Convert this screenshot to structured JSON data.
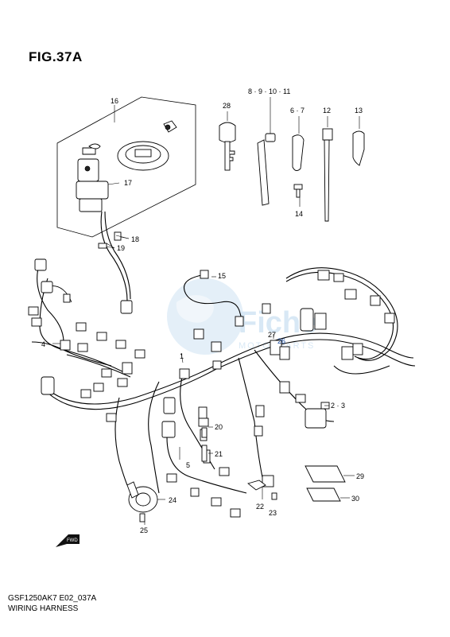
{
  "figure": {
    "title": "FIG.37A",
    "code": "GSF1250AK7 E02_037A",
    "caption": "WIRING HARNESS"
  },
  "watermark": {
    "text": "MOTORPARTS",
    "color": "#b9d6ee"
  },
  "direction_marker": {
    "text": "FWD"
  },
  "callouts": [
    {
      "id": "c16",
      "text": "16"
    },
    {
      "id": "c17",
      "text": "17"
    },
    {
      "id": "c18",
      "text": "18"
    },
    {
      "id": "c19",
      "text": "19"
    },
    {
      "id": "c28",
      "text": "28"
    },
    {
      "id": "c8_11",
      "text": "8 · 9 · 10 · 11"
    },
    {
      "id": "c6_7",
      "text": "6 · 7"
    },
    {
      "id": "c12",
      "text": "12"
    },
    {
      "id": "c13",
      "text": "13"
    },
    {
      "id": "c14",
      "text": "14"
    },
    {
      "id": "c15",
      "text": "15"
    },
    {
      "id": "c4",
      "text": "4"
    },
    {
      "id": "c1",
      "text": "1"
    },
    {
      "id": "c27",
      "text": "27"
    },
    {
      "id": "c26",
      "text": "26"
    },
    {
      "id": "c2_3",
      "text": "2 · 3"
    },
    {
      "id": "c20",
      "text": "20"
    },
    {
      "id": "c21",
      "text": "21"
    },
    {
      "id": "c5",
      "text": "5"
    },
    {
      "id": "c29",
      "text": "29"
    },
    {
      "id": "c30",
      "text": "30"
    },
    {
      "id": "c24",
      "text": "24"
    },
    {
      "id": "c22",
      "text": "22"
    },
    {
      "id": "c23",
      "text": "23"
    },
    {
      "id": "c25",
      "text": "25"
    }
  ]
}
